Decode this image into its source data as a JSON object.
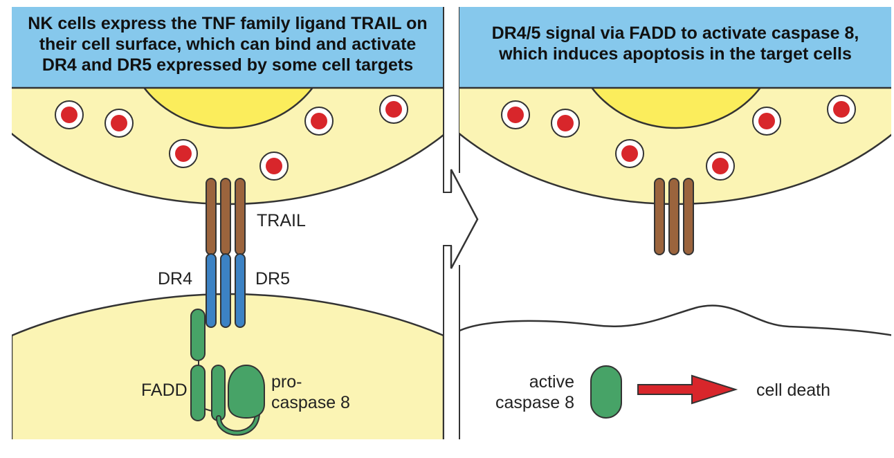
{
  "panels": {
    "left": {
      "header_lines": [
        "NK cells express the TNF family ligand TRAIL on",
        "their cell surface, which can bind and activate",
        "DR4 and DR5 expressed by some cell targets"
      ],
      "labels": {
        "trail": "TRAIL",
        "dr4": "DR4",
        "dr5": "DR5",
        "fadd": "FADD",
        "procaspase_line1": "pro-",
        "procaspase_line2": "caspase 8"
      }
    },
    "right": {
      "header_lines": [
        "DR4/5 signal via FADD to activate caspase 8,",
        "which induces apoptosis in the target cells"
      ],
      "labels": {
        "active_line1": "active",
        "active_line2": "caspase 8",
        "cell_death": "cell death"
      }
    }
  },
  "colors": {
    "header_bg": "#86c8ec",
    "nk_cell": "#fbf4b4",
    "nucleus": "#fbed5c",
    "target_cell": "#fbf4b4",
    "granule_red": "#d8262b",
    "trail_brown": "#9b643d",
    "receptor_blue": "#3c82c4",
    "fadd_green": "#47a367",
    "arrow_red": "#d8262b"
  }
}
